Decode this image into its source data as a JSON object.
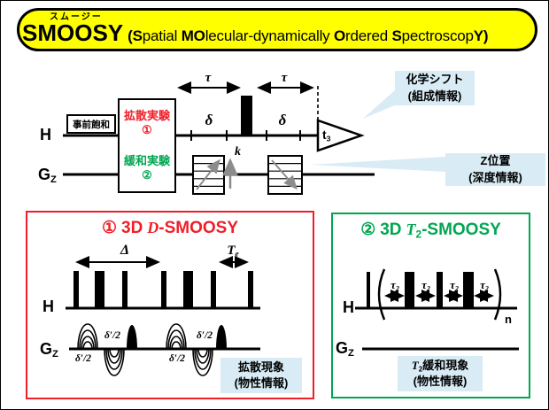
{
  "banner": {
    "ruby": "スムージー",
    "acronym": "SMOOSY",
    "exp": {
      "b1": "(S",
      "r1": "patial ",
      "b2": "MO",
      "r2": "lecular-dynamically ",
      "b3": "O",
      "r3": "rdered ",
      "b4": "S",
      "r4": "pectroscop",
      "b5": "Y)"
    }
  },
  "main": {
    "h_label": "H",
    "gz_label": "G",
    "gz_sub": "Z",
    "presat": "事前飽和",
    "exp_box": {
      "diff": "拡散実験",
      "diff_num": "①",
      "relax": "緩和実験",
      "relax_num": "②"
    },
    "tau": "τ",
    "delta": "δ",
    "t3": "t",
    "t3_sub": "3",
    "k": "k",
    "callout_shift": {
      "line1": "化学シフト",
      "line2": "(組成情報)"
    },
    "callout_z": {
      "line1": "Z位置",
      "line2": "(深度情報)"
    }
  },
  "dbox": {
    "num": "①",
    "title_pre": "3D",
    "title_d": "D",
    "title_post": "-SMOOSY",
    "delta_big": "Δ",
    "te_t": "T",
    "te_sub": "e",
    "h_label": "H",
    "gz_label": "G",
    "gz_sub": "Z",
    "dprime": "δ′/2",
    "callout": {
      "line1": "拡散現象",
      "line2": "(物性情報)"
    }
  },
  "t2box": {
    "num": "②",
    "title_pre": "3D",
    "title_t": "T",
    "title_sub": "2",
    "title_post": "-SMOOSY",
    "tau2": "τ",
    "tau2_sub": "2",
    "n": "n",
    "h_label": "H",
    "gz_label": "G",
    "gz_sub": "Z",
    "callout": {
      "t": "T",
      "t_sub": "2",
      "line1": "緩和現象",
      "line2": "(物性情報)"
    }
  },
  "colors": {
    "banner_bg": "#ffff00",
    "red": "#f01e28",
    "green": "#00a651",
    "callout_bg": "#d9ecf5",
    "gray": "#8c8c8c"
  }
}
